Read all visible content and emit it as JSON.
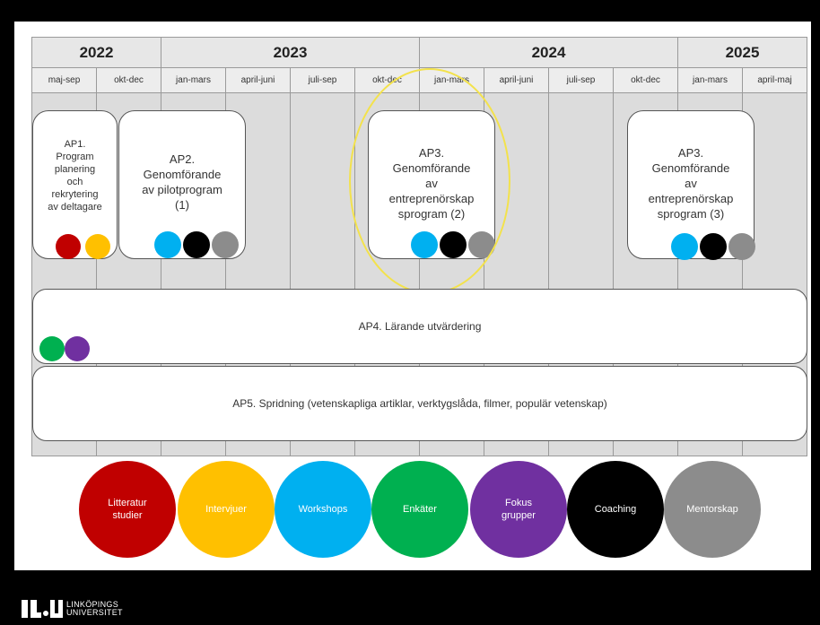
{
  "timeline": {
    "years": [
      "2022",
      "2023",
      "2024",
      "2025"
    ],
    "periods": [
      "maj-sep",
      "okt-dec",
      "jan-mars",
      "april-juni",
      "juli-sep",
      "okt-dec",
      "jan-mars",
      "april-juni",
      "juli-sep",
      "okt-dec",
      "jan-mars",
      "april-maj"
    ]
  },
  "work_packages": {
    "ap1": {
      "lines": [
        "AP1.",
        "Program",
        "planering",
        "och",
        "rekrytering",
        "av deltagare"
      ]
    },
    "ap2": {
      "lines": [
        "AP2.",
        "Genomförande",
        "av pilotprogram",
        "(1)"
      ]
    },
    "ap3a": {
      "lines": [
        "AP3.",
        "Genomförande",
        "av",
        "entreprenörskap",
        "sprogram (2)"
      ]
    },
    "ap3b": {
      "lines": [
        "AP3.",
        "Genomförande",
        "av",
        "entreprenörskap",
        "sprogram (3)"
      ]
    },
    "ap4": {
      "label": "AP4. Lärande utvärdering"
    },
    "ap5": {
      "label": "AP5. Spridning (vetenskapliga artiklar, verktygslåda, filmer, populär vetenskap)"
    }
  },
  "methods": [
    {
      "label": "Litteratur studier",
      "color": "#c00000"
    },
    {
      "label": "Intervjuer",
      "color": "#ffc000"
    },
    {
      "label": "Workshops",
      "color": "#00b0f0"
    },
    {
      "label": "Enkäter",
      "color": "#00b050"
    },
    {
      "label": "Fokus grupper",
      "color": "#7030a0"
    },
    {
      "label": "Coaching",
      "color": "#000000"
    },
    {
      "label": "Mentorskap",
      "color": "#8c8c8c"
    }
  ],
  "colors": {
    "red": "#c00000",
    "yellow": "#ffc000",
    "blue": "#00b0f0",
    "black": "#000000",
    "gray": "#8c8c8c",
    "green": "#00b050",
    "purple": "#7030a0",
    "highlight": "#f3e24c"
  },
  "logo": {
    "line1": "LINKÖPINGS",
    "line2": "UNIVERSITET"
  }
}
